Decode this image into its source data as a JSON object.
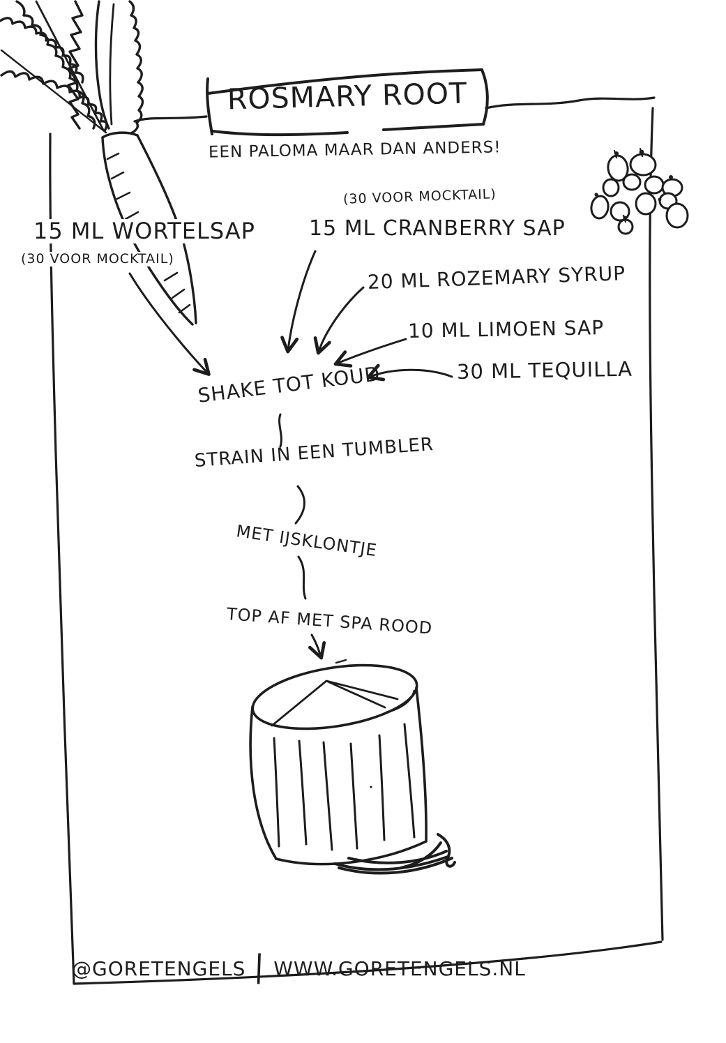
{
  "title": {
    "text": "ROSMARY ROOT",
    "subtitle": "EEN PALOMA MAAR DAN ANDERS!"
  },
  "ingredients": {
    "wortelsap": {
      "label": "15 ML WORTELSAP",
      "note": "(30 VOOR MOCKTAIL)"
    },
    "cranberry": {
      "label": "15 ML CRANBERRY SAP",
      "note": "(30 VOOR MOCKTAIL)"
    },
    "rozemary": {
      "label": "20 ML ROZEMARY SYRUP"
    },
    "limoen": {
      "label": "10 ML LIMOEN SAP"
    },
    "tequilla": {
      "label": "30 ML TEQUILLA"
    }
  },
  "steps": {
    "shake": "SHAKE TOT KOUD",
    "strain": "STRAIN IN EEN TUMBLER",
    "ice": "MET IJSKLONTJE",
    "top": "TOP AF MET SPA ROOD"
  },
  "footer": {
    "handle": "@GORETENGELS",
    "divider": "|",
    "website": "WWW.GORETENGELS.NL"
  },
  "illustrations": {
    "carrot": "carrot-doodle",
    "cranberries": "cranberry-cluster-doodle",
    "bin": "trash-can-doodle"
  },
  "colors": {
    "ink": "#1d1d1d",
    "paper": "#ffffff"
  }
}
